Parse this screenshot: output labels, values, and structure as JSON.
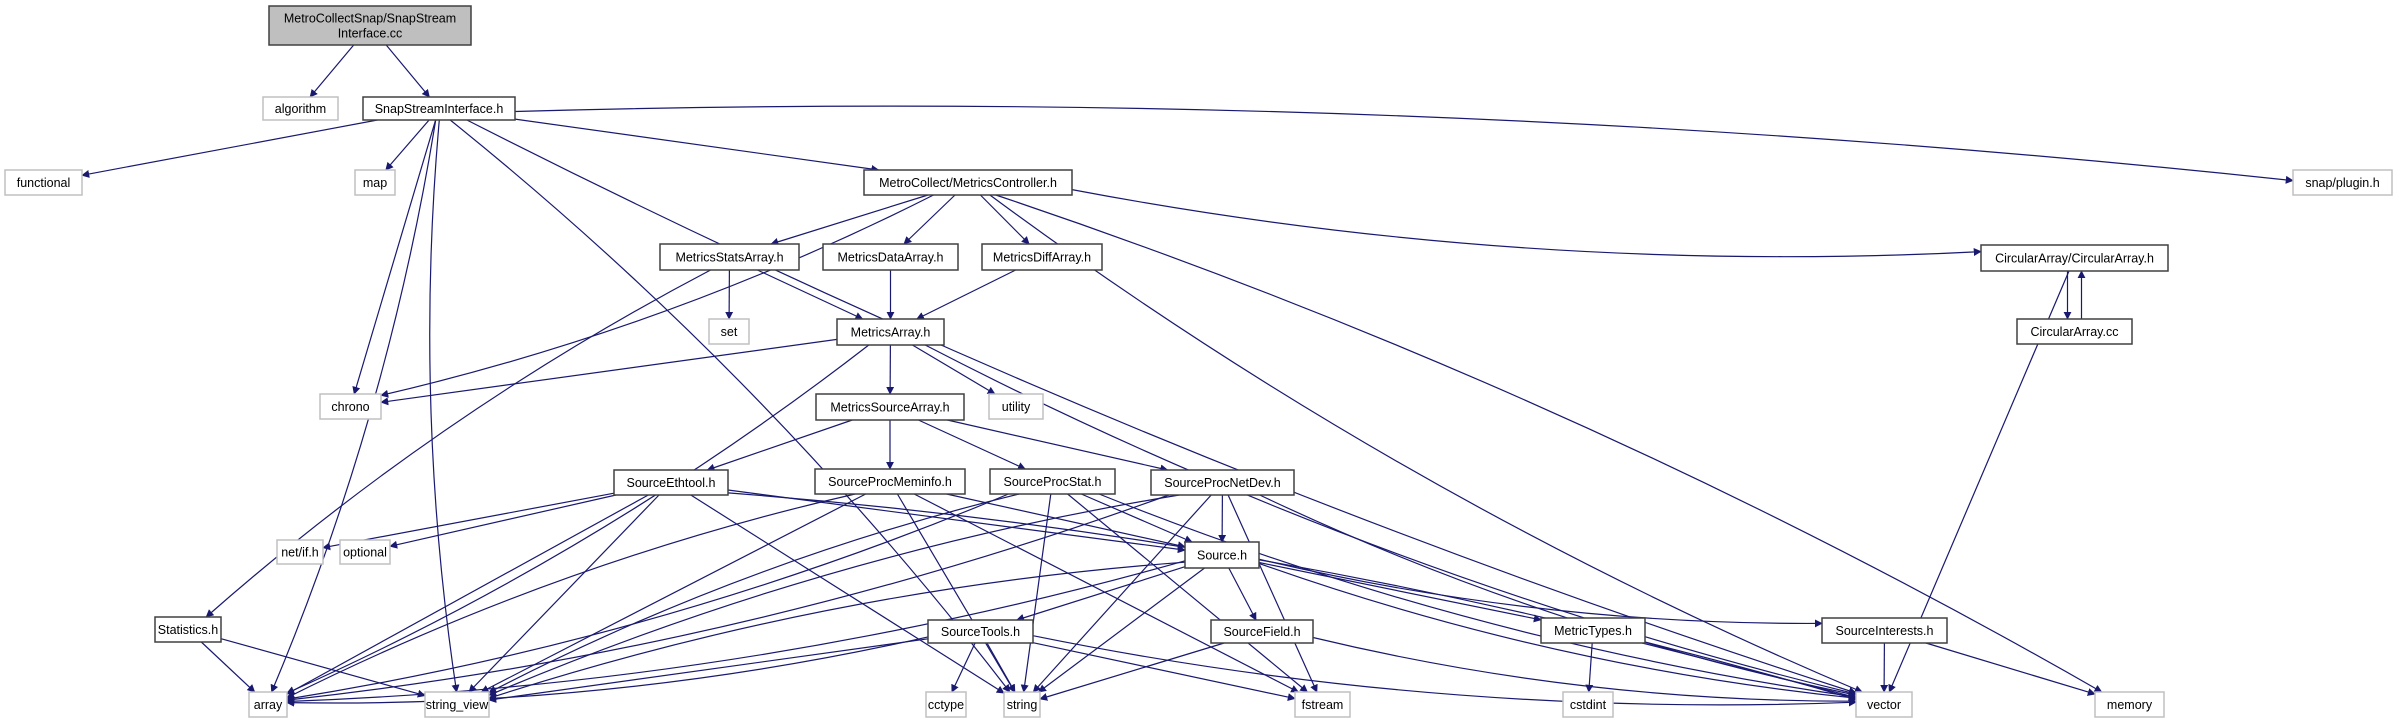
{
  "diagram": {
    "title": "Include dependency graph for MetroCollectSnap/SnapStreamInterface.cc",
    "colors": {
      "edge": "#191970",
      "root_fill": "#bfbfbf",
      "border": "#404040",
      "system_border": "#c0c0c0"
    },
    "nodes": [
      {
        "id": "root",
        "label_lines": [
          "MetroCollectSnap/SnapStream",
          "Interface.cc"
        ],
        "kind": "root"
      },
      {
        "id": "algorithm",
        "label_lines": [
          "algorithm"
        ],
        "kind": "system"
      },
      {
        "id": "ssi_h",
        "label_lines": [
          "SnapStreamInterface.h"
        ],
        "kind": "local"
      },
      {
        "id": "functional",
        "label_lines": [
          "functional"
        ],
        "kind": "system"
      },
      {
        "id": "map",
        "label_lines": [
          "map"
        ],
        "kind": "system"
      },
      {
        "id": "mc_h",
        "label_lines": [
          "MetroCollect/MetricsController.h"
        ],
        "kind": "local"
      },
      {
        "id": "snap_plugin",
        "label_lines": [
          "snap/plugin.h"
        ],
        "kind": "system"
      },
      {
        "id": "msa_h",
        "label_lines": [
          "MetricsStatsArray.h"
        ],
        "kind": "local"
      },
      {
        "id": "mda_h",
        "label_lines": [
          "MetricsDataArray.h"
        ],
        "kind": "local"
      },
      {
        "id": "mdfa_h",
        "label_lines": [
          "MetricsDiffArray.h"
        ],
        "kind": "local"
      },
      {
        "id": "ca_h",
        "label_lines": [
          "CircularArray/CircularArray.h"
        ],
        "kind": "local"
      },
      {
        "id": "set",
        "label_lines": [
          "set"
        ],
        "kind": "system"
      },
      {
        "id": "ma_h",
        "label_lines": [
          "MetricsArray.h"
        ],
        "kind": "local"
      },
      {
        "id": "ca_cc",
        "label_lines": [
          "CircularArray.cc"
        ],
        "kind": "local"
      },
      {
        "id": "chrono",
        "label_lines": [
          "chrono"
        ],
        "kind": "system"
      },
      {
        "id": "utility",
        "label_lines": [
          "utility"
        ],
        "kind": "system"
      },
      {
        "id": "msrc_h",
        "label_lines": [
          "MetricsSourceArray.h"
        ],
        "kind": "local"
      },
      {
        "id": "seth_h",
        "label_lines": [
          "SourceEthtool.h"
        ],
        "kind": "local"
      },
      {
        "id": "spm_h",
        "label_lines": [
          "SourceProcMeminfo.h"
        ],
        "kind": "local"
      },
      {
        "id": "sps_h",
        "label_lines": [
          "SourceProcStat.h"
        ],
        "kind": "local"
      },
      {
        "id": "spnd_h",
        "label_lines": [
          "SourceProcNetDev.h"
        ],
        "kind": "local"
      },
      {
        "id": "netif",
        "label_lines": [
          "net/if.h"
        ],
        "kind": "system"
      },
      {
        "id": "optional",
        "label_lines": [
          "optional"
        ],
        "kind": "system"
      },
      {
        "id": "source_h",
        "label_lines": [
          "Source.h"
        ],
        "kind": "local"
      },
      {
        "id": "stats_h",
        "label_lines": [
          "Statistics.h"
        ],
        "kind": "local"
      },
      {
        "id": "stools_h",
        "label_lines": [
          "SourceTools.h"
        ],
        "kind": "local"
      },
      {
        "id": "sfield_h",
        "label_lines": [
          "SourceField.h"
        ],
        "kind": "local"
      },
      {
        "id": "mtypes_h",
        "label_lines": [
          "MetricTypes.h"
        ],
        "kind": "local"
      },
      {
        "id": "sint_h",
        "label_lines": [
          "SourceInterests.h"
        ],
        "kind": "local"
      },
      {
        "id": "array",
        "label_lines": [
          "array"
        ],
        "kind": "system"
      },
      {
        "id": "string_view",
        "label_lines": [
          "string_view"
        ],
        "kind": "system"
      },
      {
        "id": "cctype",
        "label_lines": [
          "cctype"
        ],
        "kind": "system"
      },
      {
        "id": "string",
        "label_lines": [
          "string"
        ],
        "kind": "system"
      },
      {
        "id": "fstream",
        "label_lines": [
          "fstream"
        ],
        "kind": "system"
      },
      {
        "id": "cstdint",
        "label_lines": [
          "cstdint"
        ],
        "kind": "system"
      },
      {
        "id": "vector",
        "label_lines": [
          "vector"
        ],
        "kind": "system"
      },
      {
        "id": "memory",
        "label_lines": [
          "memory"
        ],
        "kind": "system"
      }
    ],
    "edges": [
      [
        "root",
        "algorithm"
      ],
      [
        "root",
        "ssi_h"
      ],
      [
        "ssi_h",
        "functional"
      ],
      [
        "ssi_h",
        "map"
      ],
      [
        "ssi_h",
        "mc_h"
      ],
      [
        "ssi_h",
        "snap_plugin"
      ],
      [
        "ssi_h",
        "chrono"
      ],
      [
        "ssi_h",
        "array"
      ],
      [
        "ssi_h",
        "string_view"
      ],
      [
        "ssi_h",
        "string"
      ],
      [
        "ssi_h",
        "vector"
      ],
      [
        "mc_h",
        "msa_h"
      ],
      [
        "mc_h",
        "mda_h"
      ],
      [
        "mc_h",
        "mdfa_h"
      ],
      [
        "mc_h",
        "ca_h"
      ],
      [
        "mc_h",
        "chrono"
      ],
      [
        "mc_h",
        "vector"
      ],
      [
        "mc_h",
        "memory"
      ],
      [
        "msa_h",
        "set"
      ],
      [
        "msa_h",
        "ma_h"
      ],
      [
        "msa_h",
        "stats_h"
      ],
      [
        "mda_h",
        "ma_h"
      ],
      [
        "mdfa_h",
        "ma_h"
      ],
      [
        "ca_h",
        "ca_cc"
      ],
      [
        "ca_cc",
        "ca_h"
      ],
      [
        "ca_h",
        "vector"
      ],
      [
        "ma_h",
        "chrono"
      ],
      [
        "ma_h",
        "utility"
      ],
      [
        "ma_h",
        "msrc_h"
      ],
      [
        "ma_h",
        "array"
      ],
      [
        "ma_h",
        "vector"
      ],
      [
        "msrc_h",
        "seth_h"
      ],
      [
        "msrc_h",
        "spm_h"
      ],
      [
        "msrc_h",
        "sps_h"
      ],
      [
        "msrc_h",
        "spnd_h"
      ],
      [
        "seth_h",
        "netif"
      ],
      [
        "seth_h",
        "optional"
      ],
      [
        "seth_h",
        "source_h"
      ],
      [
        "seth_h",
        "array"
      ],
      [
        "seth_h",
        "string_view"
      ],
      [
        "seth_h",
        "string"
      ],
      [
        "seth_h",
        "vector"
      ],
      [
        "spm_h",
        "source_h"
      ],
      [
        "spm_h",
        "string_view"
      ],
      [
        "spm_h",
        "string"
      ],
      [
        "spm_h",
        "fstream"
      ],
      [
        "spm_h",
        "array"
      ],
      [
        "sps_h",
        "source_h"
      ],
      [
        "sps_h",
        "string_view"
      ],
      [
        "sps_h",
        "string"
      ],
      [
        "sps_h",
        "fstream"
      ],
      [
        "sps_h",
        "array"
      ],
      [
        "sps_h",
        "vector"
      ],
      [
        "spnd_h",
        "source_h"
      ],
      [
        "spnd_h",
        "string_view"
      ],
      [
        "spnd_h",
        "string"
      ],
      [
        "spnd_h",
        "fstream"
      ],
      [
        "spnd_h",
        "array"
      ],
      [
        "spnd_h",
        "vector"
      ],
      [
        "source_h",
        "stools_h"
      ],
      [
        "source_h",
        "sfield_h"
      ],
      [
        "source_h",
        "mtypes_h"
      ],
      [
        "source_h",
        "sint_h"
      ],
      [
        "source_h",
        "string"
      ],
      [
        "source_h",
        "string_view"
      ],
      [
        "source_h",
        "array"
      ],
      [
        "source_h",
        "vector"
      ],
      [
        "stats_h",
        "array"
      ],
      [
        "stats_h",
        "string_view"
      ],
      [
        "stools_h",
        "cctype"
      ],
      [
        "stools_h",
        "string"
      ],
      [
        "stools_h",
        "fstream"
      ],
      [
        "stools_h",
        "string_view"
      ],
      [
        "stools_h",
        "array"
      ],
      [
        "stools_h",
        "vector"
      ],
      [
        "sfield_h",
        "string"
      ],
      [
        "sfield_h",
        "vector"
      ],
      [
        "mtypes_h",
        "cstdint"
      ],
      [
        "mtypes_h",
        "vector"
      ],
      [
        "sint_h",
        "vector"
      ],
      [
        "sint_h",
        "memory"
      ]
    ]
  }
}
